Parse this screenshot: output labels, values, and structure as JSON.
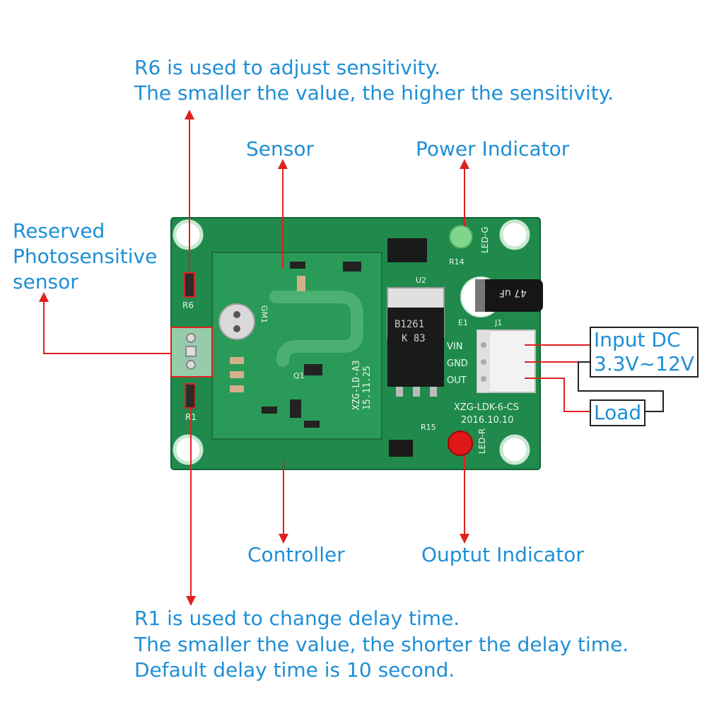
{
  "annotations": {
    "r6_line1": "R6 is used to adjust sensitivity.",
    "r6_line2": "The smaller the value, the higher the sensitivity.",
    "sensor": "Sensor",
    "power_indicator": "Power Indicator",
    "reserved_line1": "Reserved",
    "reserved_line2": "Photosensitive",
    "reserved_line3": "sensor",
    "input_line1": "Input DC",
    "input_line2": "3.3V~12V",
    "load": "Load",
    "controller": "Controller",
    "output_indicator": "Ouptut Indicator",
    "r1_line1": "R1 is used to change delay time.",
    "r1_line2": "The smaller the value, the shorter the delay time.",
    "r1_line3": "Default delay time is 10 second."
  },
  "board": {
    "sensor_module_label": "XZG-LD-A3",
    "sensor_module_date": "15.11.25",
    "main_board_label": "XZG-LDK-6-CS",
    "main_board_date": "2016.10.10",
    "ic_marking": "B1261",
    "ic_marking2": "K 83",
    "cap_marking": "47 uF",
    "pin_vin": "VIN",
    "pin_gnd": "GND",
    "pin_out": "OUT",
    "ref_r6": "R6",
    "ref_r1": "R1",
    "ref_u2": "U2",
    "ref_e1": "E1",
    "ref_j1": "J1",
    "ref_r14": "R14",
    "ref_r15": "R15",
    "ref_q1": "Q1",
    "ref_led_g": "LED-G",
    "ref_led_r": "LED-R",
    "ref_gm1": "GM1"
  },
  "colors": {
    "text": "#1e8fd6",
    "arrow": "#e02020",
    "pcb": "#1f8a4c",
    "pcb_dark": "#14663a"
  }
}
